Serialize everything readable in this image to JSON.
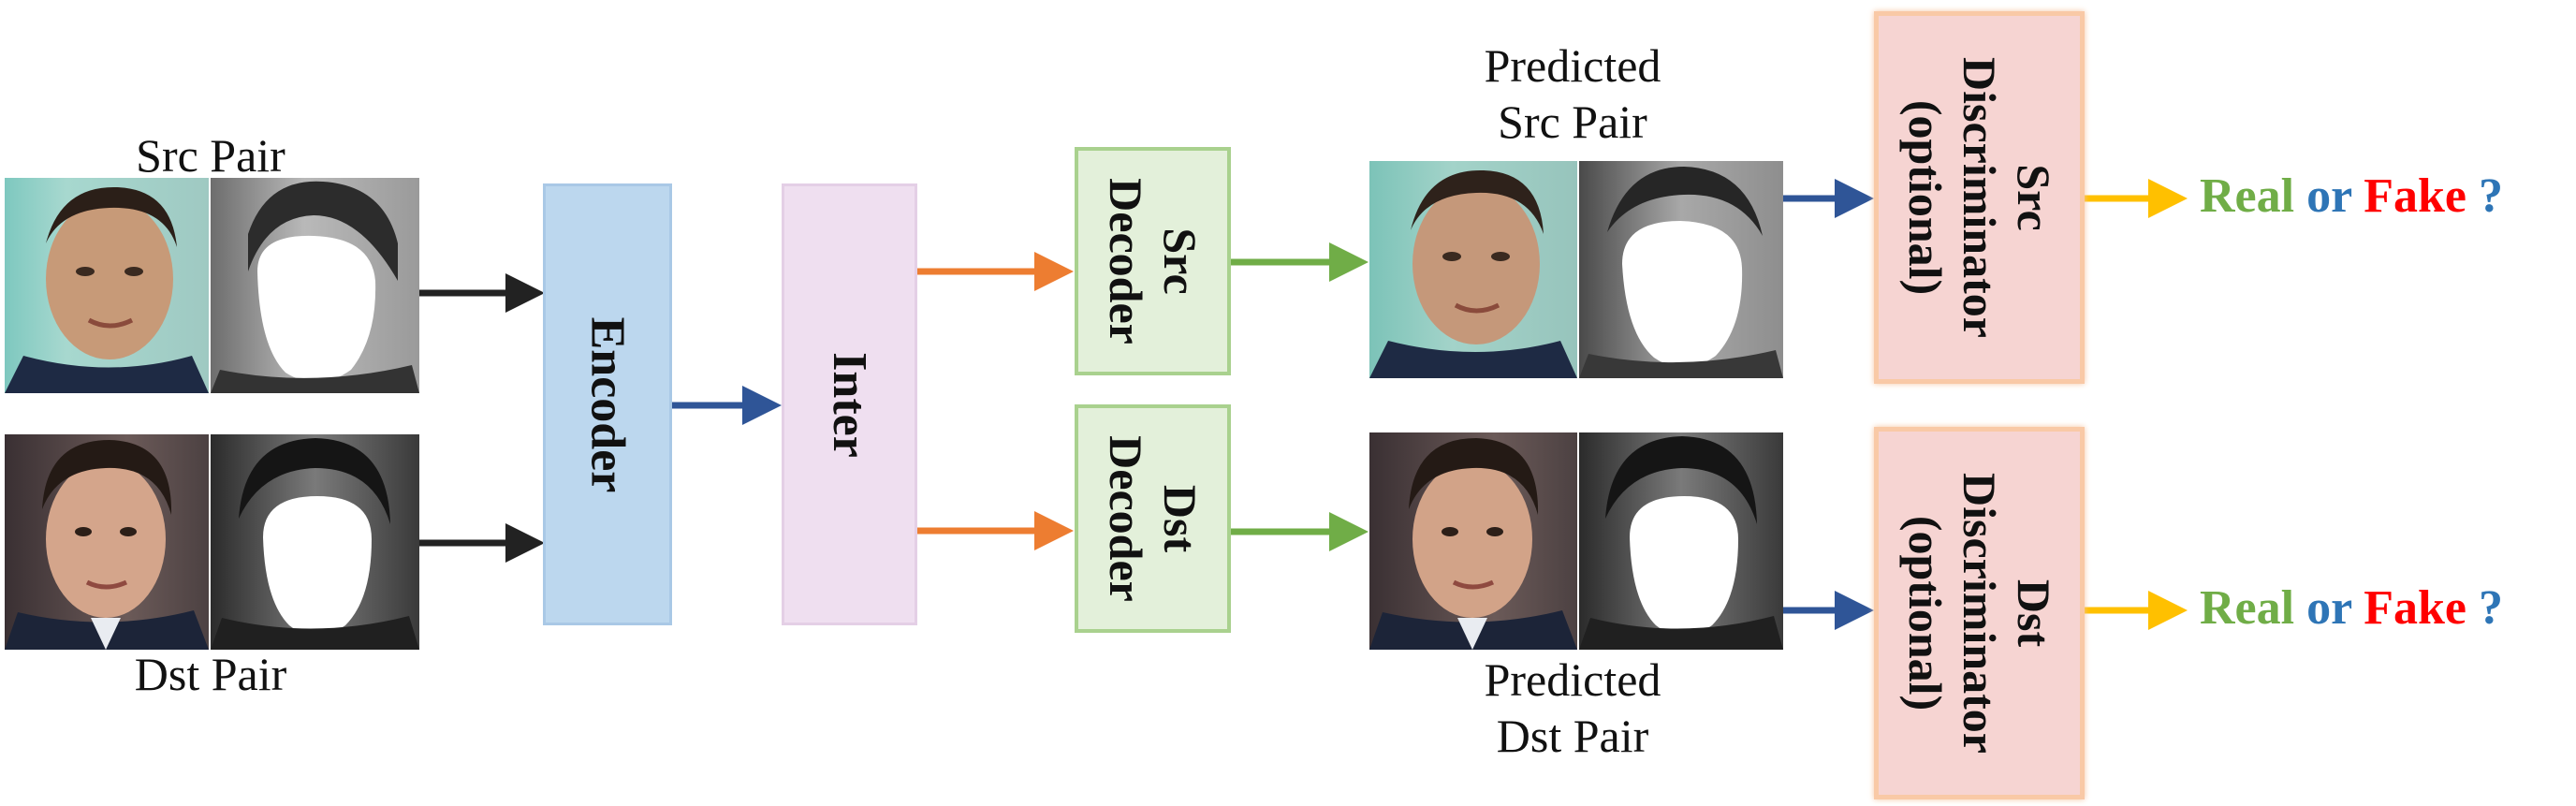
{
  "labels": {
    "src_pair": "Src Pair",
    "dst_pair": "Dst Pair",
    "predicted_src": [
      "Predicted",
      "Src Pair"
    ],
    "predicted_dst": [
      "Predicted",
      "Dst Pair"
    ]
  },
  "blocks": {
    "encoder": "Encoder",
    "inter": "Inter",
    "src_decoder": [
      "Src",
      "Decoder"
    ],
    "dst_decoder": [
      "Dst",
      "Decoder"
    ],
    "src_discriminator": [
      "Src",
      "Discriminator",
      "(optional)"
    ],
    "dst_discriminator": [
      "Dst",
      "Discriminator",
      "(optional)"
    ]
  },
  "outcome": {
    "real": "Real",
    "or": "or",
    "fake": "Fake",
    "q": "?"
  },
  "colors": {
    "encoder_fill": "#bcd7ee",
    "inter_fill": "#efdff0",
    "decoder_fill": "#e3f0da",
    "decoder_border": "#a9d18e",
    "discriminator_fill": "#f6d4d2",
    "discriminator_border": "#f4b183",
    "arrow_black": "#222222",
    "arrow_blue": "#2f5597",
    "arrow_orange": "#ed7d31",
    "arrow_green": "#70ad47",
    "arrow_yellow": "#ffc000",
    "real": "#70ad47",
    "or": "#2e75b6",
    "fake": "#ff0000",
    "q": "#2e75b6"
  }
}
